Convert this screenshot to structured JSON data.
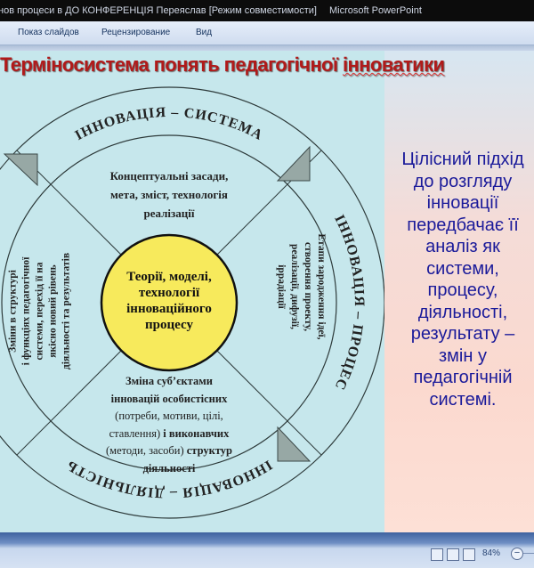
{
  "window": {
    "title": "нов процеси в ДО КОНФЕРЕНЦІЯ Переяслав [Режим совместимости]",
    "app": "Microsoft PowerPoint"
  },
  "ribbon": {
    "tabs": [
      "Показ слайдов",
      "Рецензирование",
      "Вид"
    ]
  },
  "slide": {
    "title_a": "Терміносистема понять педагогічної ",
    "title_b": "інноватики",
    "diagram": {
      "ring_top": "ІННОВАЦІЯ – СИСТЕМА",
      "ring_right": "ІННОВАЦІЯ – ПРОЦЕС",
      "ring_bottom": "ІННОВАЦІЯ – ДІЯЛЬНІСТЬ",
      "center": [
        "Теорії, моделі,",
        "технології",
        "інноваційного",
        "процесу"
      ],
      "top": [
        "Концептуальні засади,",
        "мета, зміст, технологія",
        "реалізації"
      ],
      "right": [
        "Етапи зародження ідеї,",
        "створення проекту,",
        "реалізації, дифузії,",
        "іррадіації"
      ],
      "left": [
        "Зміни в структурі",
        "і функціях педагогічної",
        "системи, перехід її на",
        "якісно новий рівень",
        "діяльності та результатів"
      ],
      "bottom": {
        "l1": "Зміна суб’єктами",
        "l2": "інновацій особистісних",
        "l3": "(потреби, мотиви, цілі,",
        "l4a": "ставлення)",
        "l4b": " і виконавчих",
        "l5a": "(методи, засоби)",
        "l5b": " структур",
        "l6": "діяльності"
      }
    },
    "panel": [
      "Цілісний підхід",
      "до розгляду",
      "інновації",
      "передбачає її",
      "аналіз як",
      "системи,",
      "процесу,",
      "діяльності,",
      "результату –",
      "змін у",
      "педагогічній",
      "системі."
    ]
  },
  "statusbar": {
    "zoom": "84%",
    "zoom_out": "−"
  },
  "colors": {
    "slide_bg": "#c6e7ec",
    "title": "#b01a1a",
    "center_fill": "#f7ea5c",
    "panel_text": "#1a1a9a"
  }
}
